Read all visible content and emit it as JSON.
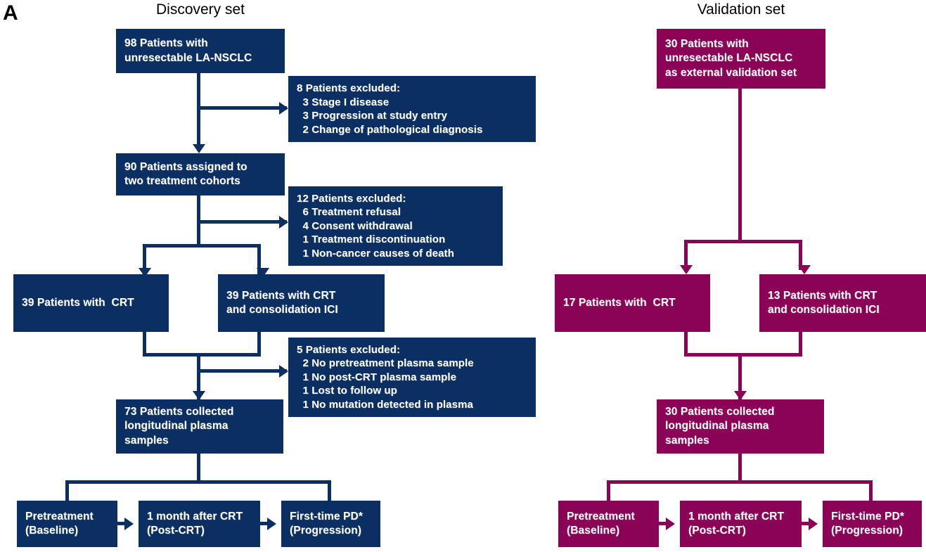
{
  "figure": {
    "letter": "A"
  },
  "panels": {
    "discovery": {
      "title": "Discovery set",
      "color": "#0b2f63",
      "nodes": {
        "enrolled": {
          "lines": [
            "98 Patients with",
            "unresectable LA-NSCLC"
          ]
        },
        "excluded_1": {
          "lines": [
            "8 Patients excluded:",
            "  3 Stage I disease",
            "  3 Progression at study entry",
            "  2 Change of pathological diagnosis"
          ]
        },
        "assigned": {
          "lines": [
            "90 Patients assigned to",
            "two treatment cohorts"
          ]
        },
        "excluded_2": {
          "lines": [
            "12 Patients excluded:",
            "  6 Treatment refusal",
            "  4 Consent withdrawal",
            "  1 Treatment discontinuation",
            "  1 Non-cancer causes of death"
          ]
        },
        "cohort_crt": {
          "lines": [
            "39 Patients with  CRT"
          ]
        },
        "cohort_crt_ici": {
          "lines": [
            "39 Patients with CRT",
            "and consolidation ICI"
          ]
        },
        "excluded_3": {
          "lines": [
            "5 Patients excluded:",
            "  2 No pretreatment plasma sample",
            "  1 No post-CRT plasma sample",
            "  1 Lost to follow up",
            "  1 No mutation detected in plasma"
          ]
        },
        "collected": {
          "lines": [
            "73 Patients collected",
            "longitudinal plasma",
            "samples"
          ]
        },
        "timepoint_pre": {
          "lines": [
            "Pretreatment",
            "(Baseline)"
          ]
        },
        "timepoint_post": {
          "lines": [
            "1 month after CRT",
            "(Post-CRT)"
          ]
        },
        "timepoint_pd": {
          "lines": [
            "First-time PD*",
            "(Progression)"
          ]
        }
      }
    },
    "validation": {
      "title": "Validation set",
      "color": "#8b0356",
      "nodes": {
        "enrolled": {
          "lines": [
            "30 Patients with",
            "unresectable LA-NSCLC",
            "as external validation set"
          ]
        },
        "cohort_crt": {
          "lines": [
            "17 Patients with  CRT"
          ]
        },
        "cohort_crt_ici": {
          "lines": [
            "13 Patients with CRT",
            "and consolidation ICI"
          ]
        },
        "collected": {
          "lines": [
            "30 Patients collected",
            "longitudinal plasma",
            "samples"
          ]
        },
        "timepoint_pre": {
          "lines": [
            "Pretreatment",
            "(Baseline)"
          ]
        },
        "timepoint_post": {
          "lines": [
            "1 month after CRT",
            "(Post-CRT)"
          ]
        },
        "timepoint_pd": {
          "lines": [
            "First-time PD*",
            "(Progression)"
          ]
        }
      }
    }
  }
}
